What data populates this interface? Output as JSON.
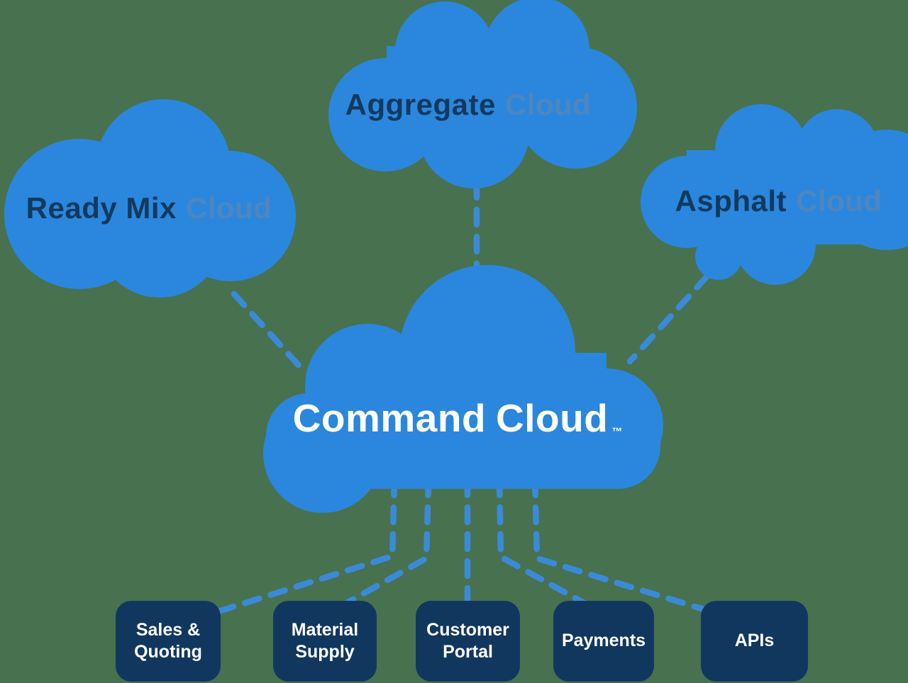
{
  "colors": {
    "background": "#48714f",
    "cloud_blue": "#2a87dd",
    "navy": "#13395f",
    "cloud_word_blue": "#4e86c0",
    "connector_blue": "#3a8ad8",
    "box_navy": "#12375f",
    "white": "#ffffff"
  },
  "clouds": {
    "ready_mix": {
      "name": "Ready Mix",
      "suffix": "Cloud"
    },
    "aggregate": {
      "name": "Aggregate",
      "suffix": "Cloud"
    },
    "asphalt": {
      "name": "Asphalt",
      "suffix": "Cloud"
    },
    "command": {
      "name": "Command",
      "suffix": "Cloud",
      "trademark": "™"
    }
  },
  "modules": [
    {
      "label": "Sales & Quoting"
    },
    {
      "label": "Material Supply"
    },
    {
      "label": "Customer Portal"
    },
    {
      "label": "Payments"
    },
    {
      "label": "APIs"
    }
  ]
}
